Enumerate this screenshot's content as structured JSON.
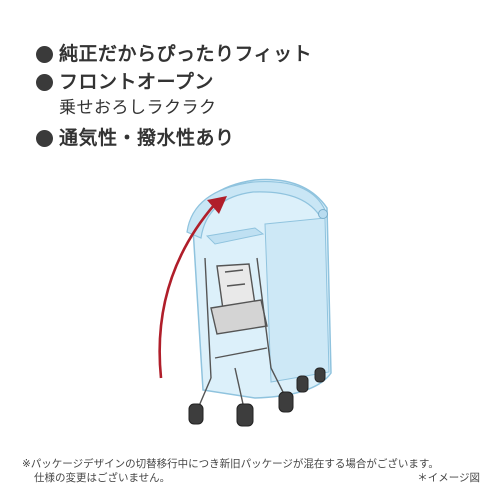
{
  "features": [
    {
      "text": "純正だからぴったりフィット"
    },
    {
      "text": "フロントオープン",
      "sub": "乗せおろしラクラク"
    },
    {
      "text": "通気性・撥水性あり"
    }
  ],
  "notes": {
    "line1": "※パッケージデザインの切替移行中につき新旧パッケージが混在する場合がございます。",
    "line2": "仕様の変更はございません。",
    "image_note": "＊イメージ図"
  },
  "colors": {
    "bullet": "#3a3a3a",
    "cover_fill": "#d6ecf7",
    "cover_edge": "#8fc3de",
    "arrow": "#b01e2a",
    "frame": "#555555"
  }
}
